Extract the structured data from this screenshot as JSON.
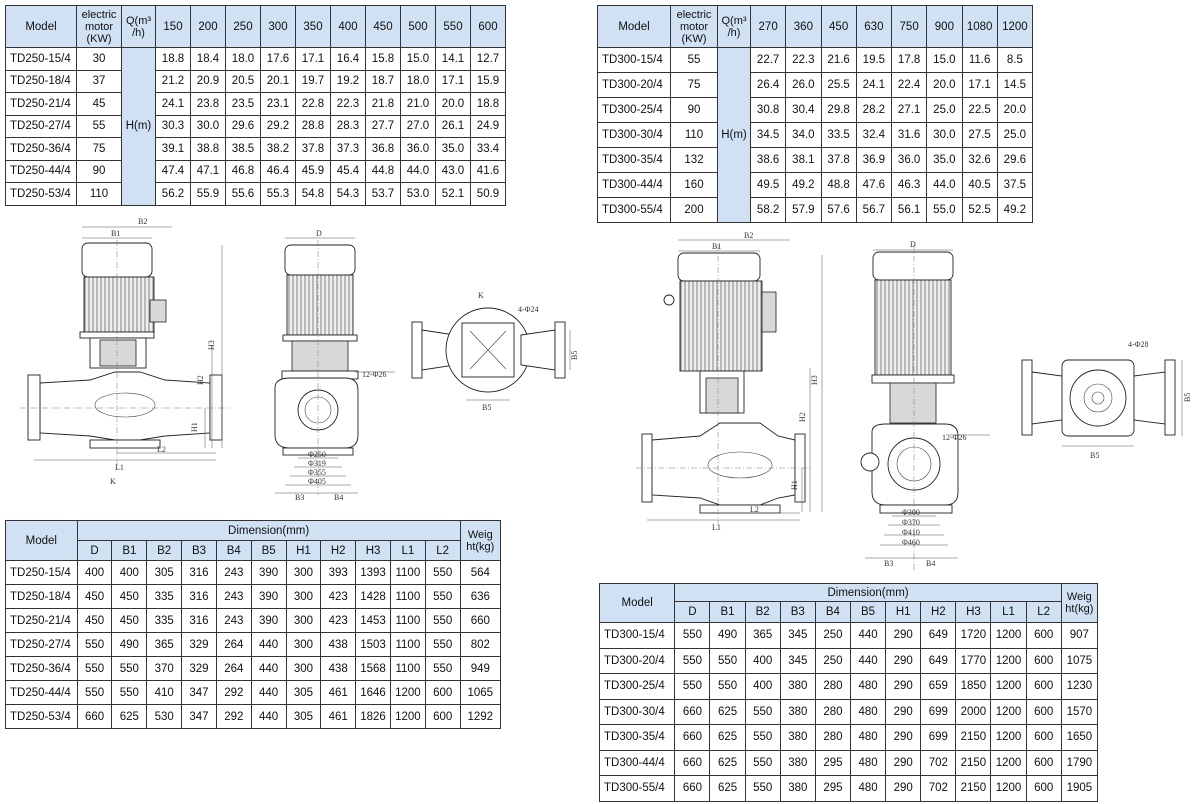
{
  "td250_perf": {
    "col_model": "Model",
    "col_motor": "electric motor (KW)",
    "col_q": "Q(m³ /h)",
    "head_label": "H(m)",
    "flows": [
      "150",
      "200",
      "250",
      "300",
      "350",
      "400",
      "450",
      "500",
      "550",
      "600"
    ],
    "rows": [
      {
        "model": "TD250-15/4",
        "kw": "30",
        "h": [
          "18.8",
          "18.4",
          "18.0",
          "17.6",
          "17.1",
          "16.4",
          "15.8",
          "15.0",
          "14.1",
          "12.7"
        ]
      },
      {
        "model": "TD250-18/4",
        "kw": "37",
        "h": [
          "21.2",
          "20.9",
          "20.5",
          "20.1",
          "19.7",
          "19.2",
          "18.7",
          "18.0",
          "17.1",
          "15.9"
        ]
      },
      {
        "model": "TD250-21/4",
        "kw": "45",
        "h": [
          "24.1",
          "23.8",
          "23.5",
          "23.1",
          "22.8",
          "22.3",
          "21.8",
          "21.0",
          "20.0",
          "18.8"
        ]
      },
      {
        "model": "TD250-27/4",
        "kw": "55",
        "h": [
          "30.3",
          "30.0",
          "29.6",
          "29.2",
          "28.8",
          "28.3",
          "27.7",
          "27.0",
          "26.1",
          "24.9"
        ]
      },
      {
        "model": "TD250-36/4",
        "kw": "75",
        "h": [
          "39.1",
          "38.8",
          "38.5",
          "38.2",
          "37.8",
          "37.3",
          "36.8",
          "36.0",
          "35.0",
          "33.4"
        ]
      },
      {
        "model": "TD250-44/4",
        "kw": "90",
        "h": [
          "47.4",
          "47.1",
          "46.8",
          "46.4",
          "45.9",
          "45.4",
          "44.8",
          "44.0",
          "43.0",
          "41.6"
        ]
      },
      {
        "model": "TD250-53/4",
        "kw": "110",
        "h": [
          "56.2",
          "55.9",
          "55.6",
          "55.3",
          "54.8",
          "54.3",
          "53.7",
          "53.0",
          "52.1",
          "50.9"
        ]
      }
    ]
  },
  "td300_perf": {
    "col_model": "Model",
    "col_motor": "electric motor (KW)",
    "col_q": "Q(m³ /h)",
    "head_label": "H(m)",
    "flows": [
      "270",
      "360",
      "450",
      "630",
      "750",
      "900",
      "1080",
      "1200"
    ],
    "rows": [
      {
        "model": "TD300-15/4",
        "kw": "55",
        "h": [
          "22.7",
          "22.3",
          "21.6",
          "19.5",
          "17.8",
          "15.0",
          "11.6",
          "8.5"
        ]
      },
      {
        "model": "TD300-20/4",
        "kw": "75",
        "h": [
          "26.4",
          "26.0",
          "25.5",
          "24.1",
          "22.4",
          "20.0",
          "17.1",
          "14.5"
        ]
      },
      {
        "model": "TD300-25/4",
        "kw": "90",
        "h": [
          "30.8",
          "30.4",
          "29.8",
          "28.2",
          "27.1",
          "25.0",
          "22.5",
          "20.0"
        ]
      },
      {
        "model": "TD300-30/4",
        "kw": "110",
        "h": [
          "34.5",
          "34.0",
          "33.5",
          "32.4",
          "31.6",
          "30.0",
          "27.5",
          "25.0"
        ]
      },
      {
        "model": "TD300-35/4",
        "kw": "132",
        "h": [
          "38.6",
          "38.1",
          "37.8",
          "36.9",
          "36.0",
          "35.0",
          "32.6",
          "29.6"
        ]
      },
      {
        "model": "TD300-44/4",
        "kw": "160",
        "h": [
          "49.5",
          "49.2",
          "48.8",
          "47.6",
          "46.3",
          "44.0",
          "40.5",
          "37.5"
        ]
      },
      {
        "model": "TD300-55/4",
        "kw": "200",
        "h": [
          "58.2",
          "57.9",
          "57.6",
          "56.7",
          "56.1",
          "55.0",
          "52.5",
          "49.2"
        ]
      }
    ]
  },
  "td250_dim": {
    "col_model": "Model",
    "group_label": "Dimension(mm)",
    "col_weight": "Weig ht(kg)",
    "cols": [
      "D",
      "B1",
      "B2",
      "B3",
      "B4",
      "B5",
      "H1",
      "H2",
      "H3",
      "L1",
      "L2"
    ],
    "rows": [
      {
        "model": "TD250-15/4",
        "v": [
          "400",
          "400",
          "305",
          "316",
          "243",
          "390",
          "300",
          "393",
          "1393",
          "1100",
          "550"
        ],
        "w": "564"
      },
      {
        "model": "TD250-18/4",
        "v": [
          "450",
          "450",
          "335",
          "316",
          "243",
          "390",
          "300",
          "423",
          "1428",
          "1100",
          "550"
        ],
        "w": "636"
      },
      {
        "model": "TD250-21/4",
        "v": [
          "450",
          "450",
          "335",
          "316",
          "243",
          "390",
          "300",
          "423",
          "1453",
          "1100",
          "550"
        ],
        "w": "660"
      },
      {
        "model": "TD250-27/4",
        "v": [
          "550",
          "490",
          "365",
          "329",
          "264",
          "440",
          "300",
          "438",
          "1503",
          "1100",
          "550"
        ],
        "w": "802"
      },
      {
        "model": "TD250-36/4",
        "v": [
          "550",
          "550",
          "370",
          "329",
          "264",
          "440",
          "300",
          "438",
          "1568",
          "1100",
          "550"
        ],
        "w": "949"
      },
      {
        "model": "TD250-44/4",
        "v": [
          "550",
          "550",
          "410",
          "347",
          "292",
          "440",
          "305",
          "461",
          "1646",
          "1200",
          "600"
        ],
        "w": "1065"
      },
      {
        "model": "TD250-53/4",
        "v": [
          "660",
          "625",
          "530",
          "347",
          "292",
          "440",
          "305",
          "461",
          "1826",
          "1200",
          "600"
        ],
        "w": "1292"
      }
    ]
  },
  "td300_dim": {
    "col_model": "Model",
    "group_label": "Dimension(mm)",
    "col_weight": "Weig ht(kg)",
    "cols": [
      "D",
      "B1",
      "B2",
      "B3",
      "B4",
      "B5",
      "H1",
      "H2",
      "H3",
      "L1",
      "L2"
    ],
    "rows": [
      {
        "model": "TD300-15/4",
        "v": [
          "550",
          "490",
          "365",
          "345",
          "250",
          "440",
          "290",
          "649",
          "1720",
          "1200",
          "600"
        ],
        "w": "907"
      },
      {
        "model": "TD300-20/4",
        "v": [
          "550",
          "550",
          "400",
          "345",
          "250",
          "440",
          "290",
          "649",
          "1770",
          "1200",
          "600"
        ],
        "w": "1075"
      },
      {
        "model": "TD300-25/4",
        "v": [
          "550",
          "550",
          "400",
          "380",
          "280",
          "480",
          "290",
          "659",
          "1850",
          "1200",
          "600"
        ],
        "w": "1230"
      },
      {
        "model": "TD300-30/4",
        "v": [
          "660",
          "625",
          "550",
          "380",
          "280",
          "480",
          "290",
          "699",
          "2000",
          "1200",
          "600"
        ],
        "w": "1570"
      },
      {
        "model": "TD300-35/4",
        "v": [
          "660",
          "625",
          "550",
          "380",
          "280",
          "480",
          "290",
          "699",
          "2150",
          "1200",
          "600"
        ],
        "w": "1650"
      },
      {
        "model": "TD300-44/4",
        "v": [
          "660",
          "625",
          "550",
          "380",
          "295",
          "480",
          "290",
          "702",
          "2150",
          "1200",
          "600"
        ],
        "w": "1790"
      },
      {
        "model": "TD300-55/4",
        "v": [
          "660",
          "625",
          "550",
          "380",
          "295",
          "480",
          "290",
          "702",
          "2150",
          "1200",
          "600"
        ],
        "w": "1905"
      }
    ]
  },
  "drawing_labels": {
    "b1": "B1",
    "b2": "B2",
    "b3": "B3",
    "b4": "B4",
    "b5": "B5",
    "d": "D",
    "h1": "H1",
    "h2": "H2",
    "h3": "H3",
    "l1": "L1",
    "l2": "L2",
    "k": "K",
    "k_arrow": "K",
    "bolts_250": "12-Φ26",
    "holes_250": "4-Φ24",
    "d250": [
      "Φ250",
      "Φ319",
      "Φ355",
      "Φ405"
    ],
    "bolts_300": "12-Φ26",
    "holes_300": "4-Φ28",
    "d300": [
      "Φ300",
      "Φ370",
      "Φ410",
      "Φ460"
    ]
  }
}
